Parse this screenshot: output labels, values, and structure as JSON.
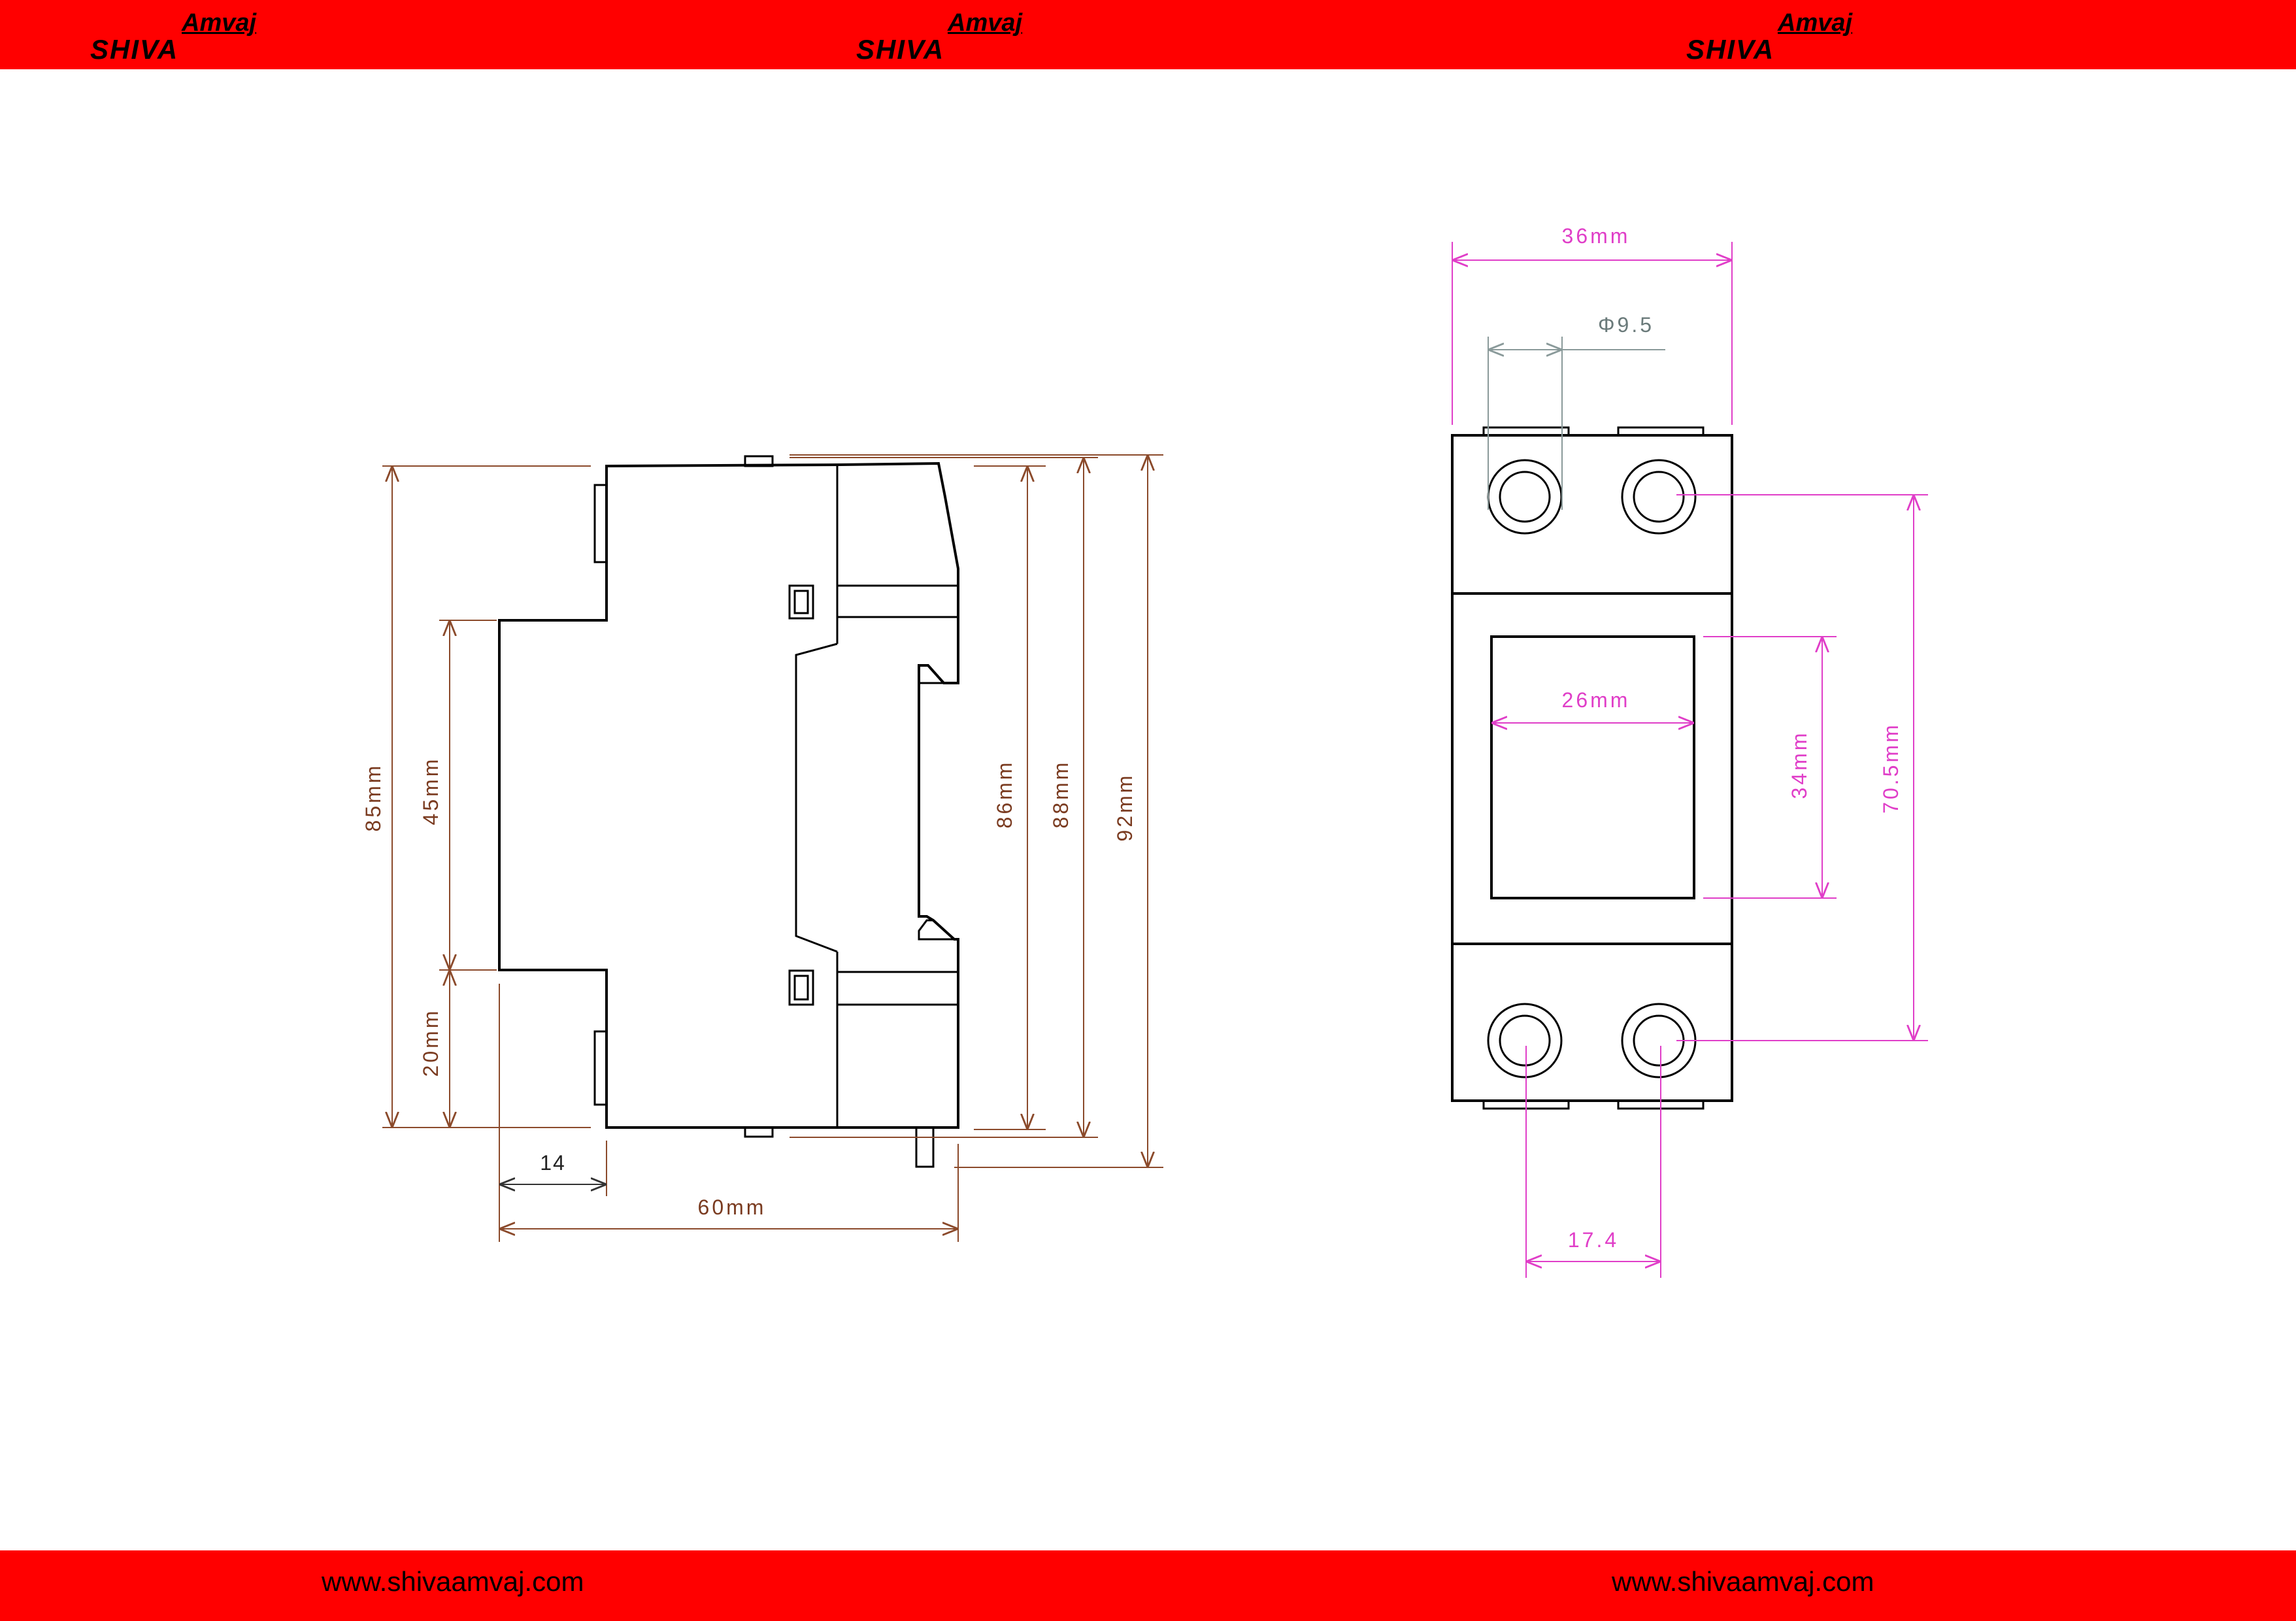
{
  "branding": {
    "logo_primary": "SHIVA",
    "logo_secondary": "Amvaj",
    "website": "www.shivaamvaj.com",
    "band_color": "#ff0000"
  },
  "side_view": {
    "dims": {
      "height_85": "85mm",
      "height_45": "45mm",
      "height_20": "20mm",
      "height_86": "86mm",
      "height_88": "88mm",
      "height_92": "92mm",
      "width_14": "14",
      "width_60": "60mm"
    }
  },
  "front_view": {
    "dims": {
      "width_36": "36mm",
      "diameter": "Φ9.5",
      "window_width": "26mm",
      "window_height": "34mm",
      "terminal_pitch_vertical": "70.5mm",
      "terminal_pitch_horizontal": "17.4"
    }
  },
  "colors": {
    "dim_brown": "#8b4a2b",
    "dim_magenta": "#e03ec8",
    "dim_gray": "#8a9a9a",
    "outline": "#000000"
  }
}
